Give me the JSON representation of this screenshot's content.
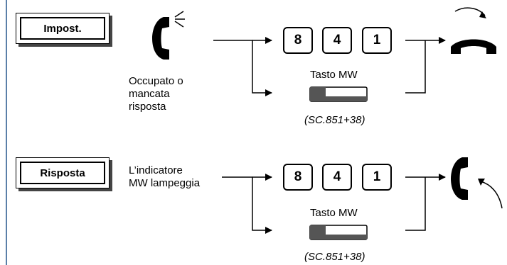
{
  "rows": [
    {
      "step_label": "Impost.",
      "condition_lines": [
        "Occupato o",
        "mancata",
        "risposta"
      ],
      "keys": [
        "8",
        "4",
        "1"
      ],
      "alt_label": "Tasto MW",
      "code": "(SC.851+38)"
    },
    {
      "step_label": "Risposta",
      "condition_lines": [
        "L’indicatore",
        "MW lampeggia"
      ],
      "keys": [
        "8",
        "4",
        "1"
      ],
      "alt_label": "Tasto MW",
      "code": "(SC.851+38)"
    }
  ],
  "icons": {
    "row1_start": "handset-ringing-icon",
    "row1_end": "handset-hang-up-icon",
    "row2_end": "handset-off-hook-icon"
  }
}
